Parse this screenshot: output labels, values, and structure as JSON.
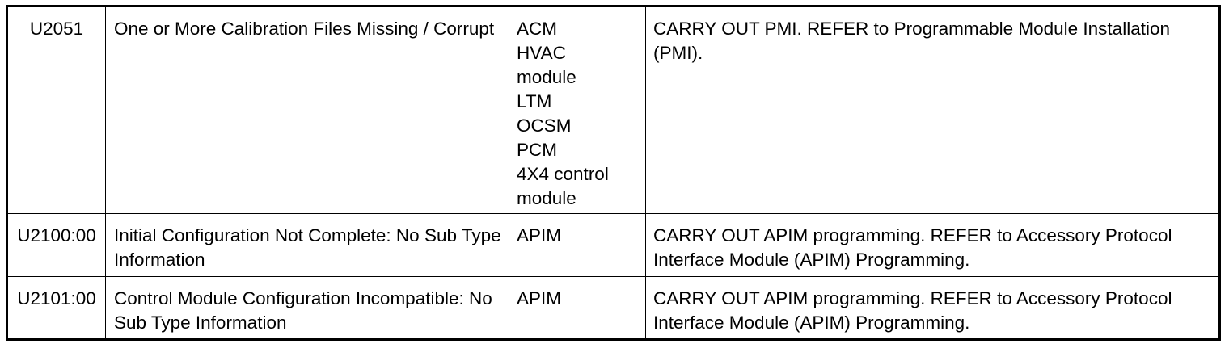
{
  "rows": [
    {
      "code": "U2051",
      "description": "One or More Calibration Files Missing / Corrupt",
      "modules": [
        "ACM",
        "HVAC",
        "module",
        "LTM",
        "OCSM",
        "PCM",
        "4X4 control",
        "module"
      ],
      "action": "CARRY OUT PMI. REFER to Programmable Module Installation (PMI)."
    },
    {
      "code": "U2100:00",
      "description": "Initial Configuration Not Complete: No Sub Type Information",
      "modules": [
        "APIM"
      ],
      "action": "CARRY OUT APIM programming. REFER to Accessory Protocol Interface Module (APIM) Programming."
    },
    {
      "code": "U2101:00",
      "description": "Control Module Configuration Incompatible: No Sub Type Information",
      "modules": [
        "APIM"
      ],
      "action": "CARRY OUT APIM programming. REFER to Accessory Protocol Interface Module (APIM) Programming."
    }
  ]
}
